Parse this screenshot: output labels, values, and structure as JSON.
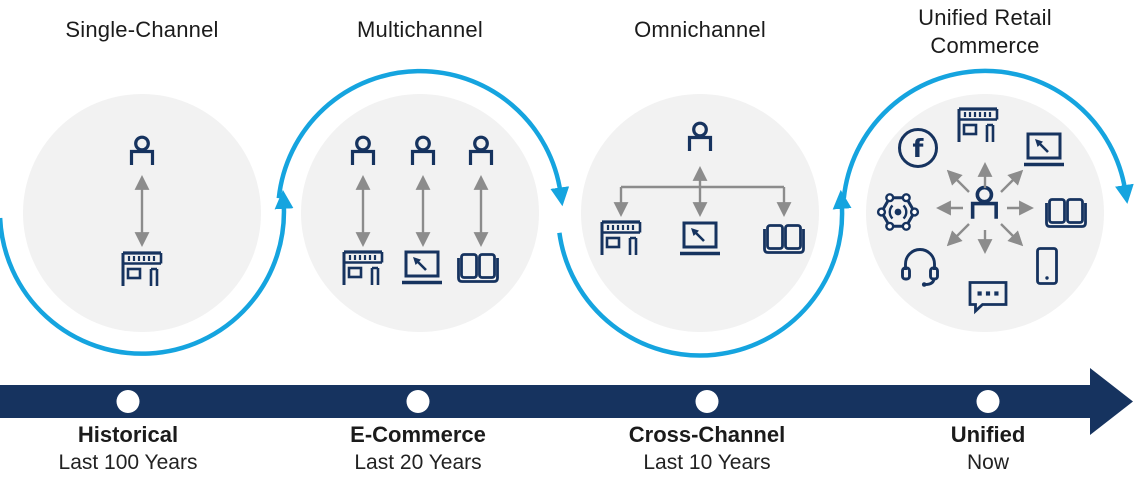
{
  "palette": {
    "accent_blue": "#15A4DF",
    "navy": "#16335F",
    "circle_background": "#F2F2F2",
    "connector_gray": "#8C8C8C",
    "text": "#1B1B1B",
    "dot_white": "#FFFFFF"
  },
  "stages": [
    {
      "title": "Single-Channel",
      "channels": [
        "person",
        "store"
      ]
    },
    {
      "title": "Multichannel",
      "channels": [
        "person",
        "person",
        "person",
        "store",
        "online-laptop",
        "catalog"
      ]
    },
    {
      "title": "Omnichannel",
      "channels": [
        "person",
        "store",
        "online-laptop",
        "catalog"
      ]
    },
    {
      "title": "Unified Retail Commerce",
      "channels": [
        "facebook",
        "store",
        "online-laptop",
        "iot-network",
        "person",
        "catalog",
        "headset-support",
        "chat",
        "mobile-phone"
      ]
    }
  ],
  "timeline": {
    "milestones": [
      {
        "name": "Historical",
        "period": "Last 100 Years"
      },
      {
        "name": "E-Commerce",
        "period": "Last 20 Years"
      },
      {
        "name": "Cross-Channel",
        "period": "Last 10 Years"
      },
      {
        "name": "Unified",
        "period": "Now"
      }
    ]
  },
  "icons": {
    "facebook_glyph": "f"
  }
}
